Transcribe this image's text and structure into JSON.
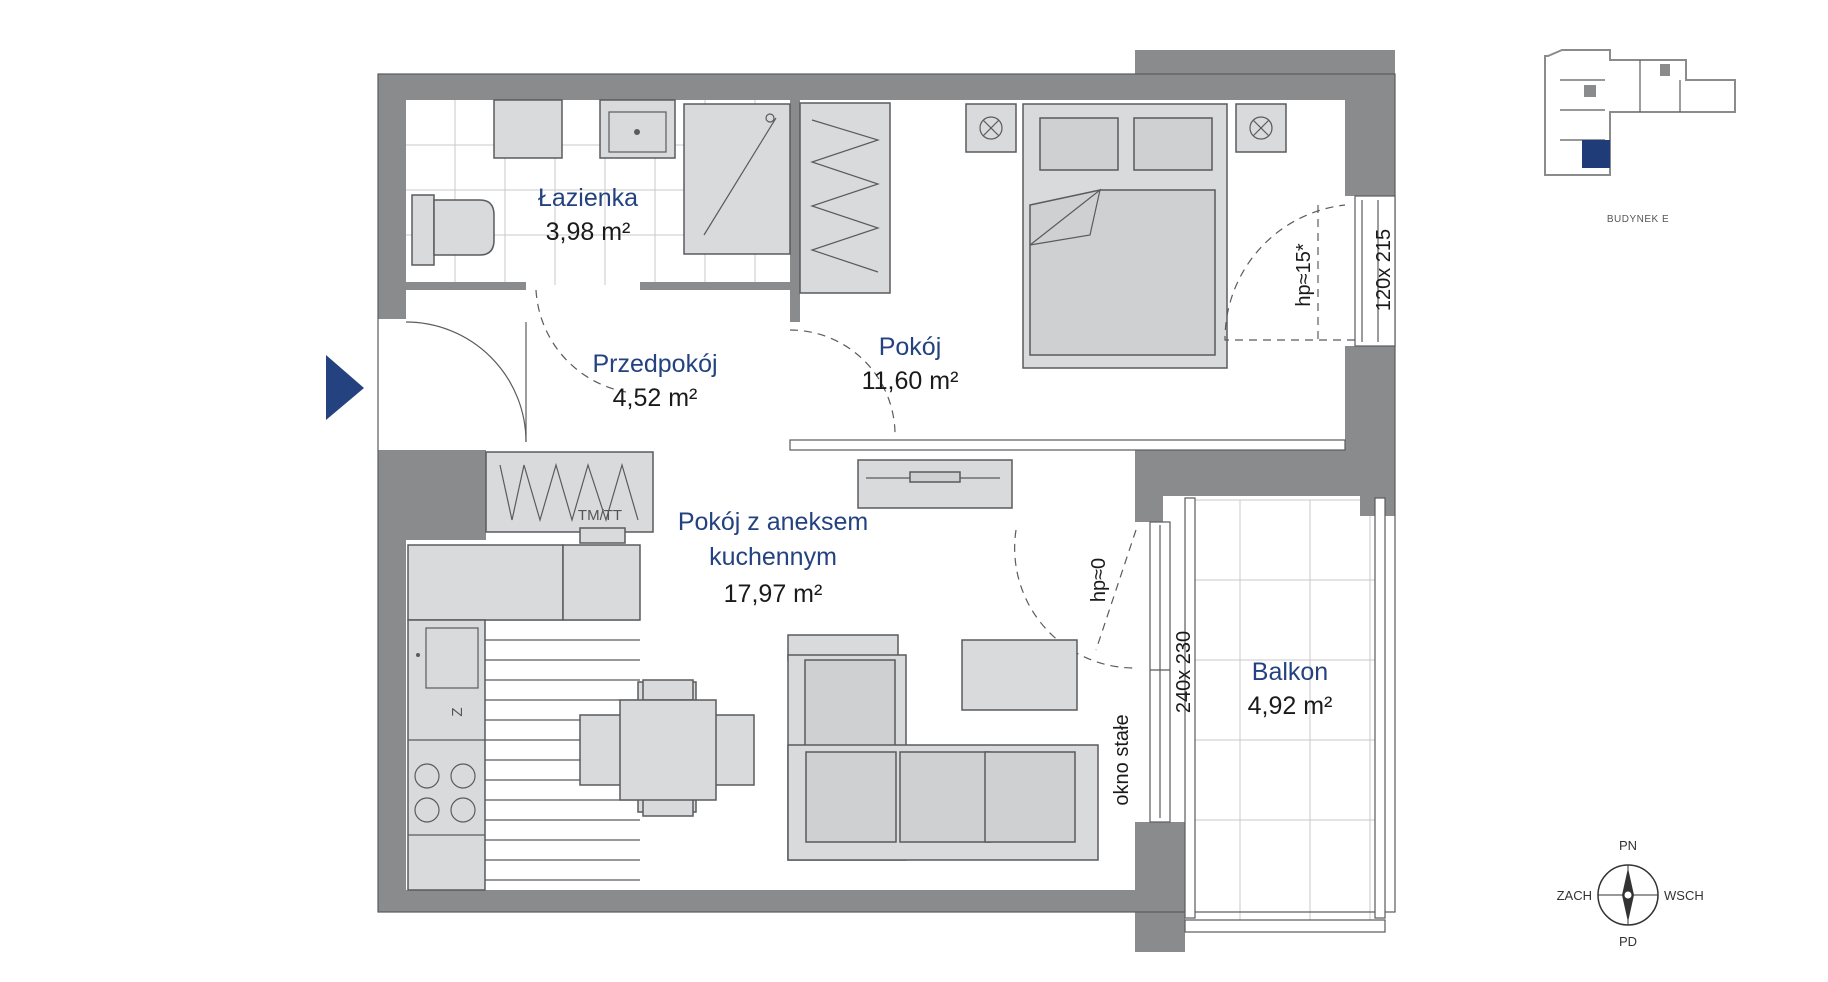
{
  "rooms": {
    "lazienka": {
      "name": "Łazienka",
      "area": "3,98 m²"
    },
    "przedpokoj": {
      "name": "Przedpokój",
      "area": "4,52 m²"
    },
    "pokoj": {
      "name": "Pokój",
      "area": "11,60 m²"
    },
    "aneks": {
      "name_line1": "Pokój z aneksem",
      "name_line2": "kuchennym",
      "area": "17,97 m²"
    },
    "balkon": {
      "name": "Balkon",
      "area": "4,92 m²"
    }
  },
  "labels": {
    "window_bedroom": "120x 215",
    "hp_bedroom": "hp≈15*",
    "window_living": "240x 230",
    "hp_living": "hp≈0",
    "fixed_window": "okno stałe",
    "tmtt": "TM/TT",
    "fridge": "Z"
  },
  "compass": {
    "north": "PN",
    "south": "PD",
    "west": "ZACH",
    "east": "WSCH"
  },
  "building": {
    "label": "BUDYNEK E"
  },
  "colors": {
    "room_name": "#23427f",
    "wall": "#8a8b8d",
    "entrance": "#23427f",
    "highlight": "#1f3b78"
  }
}
